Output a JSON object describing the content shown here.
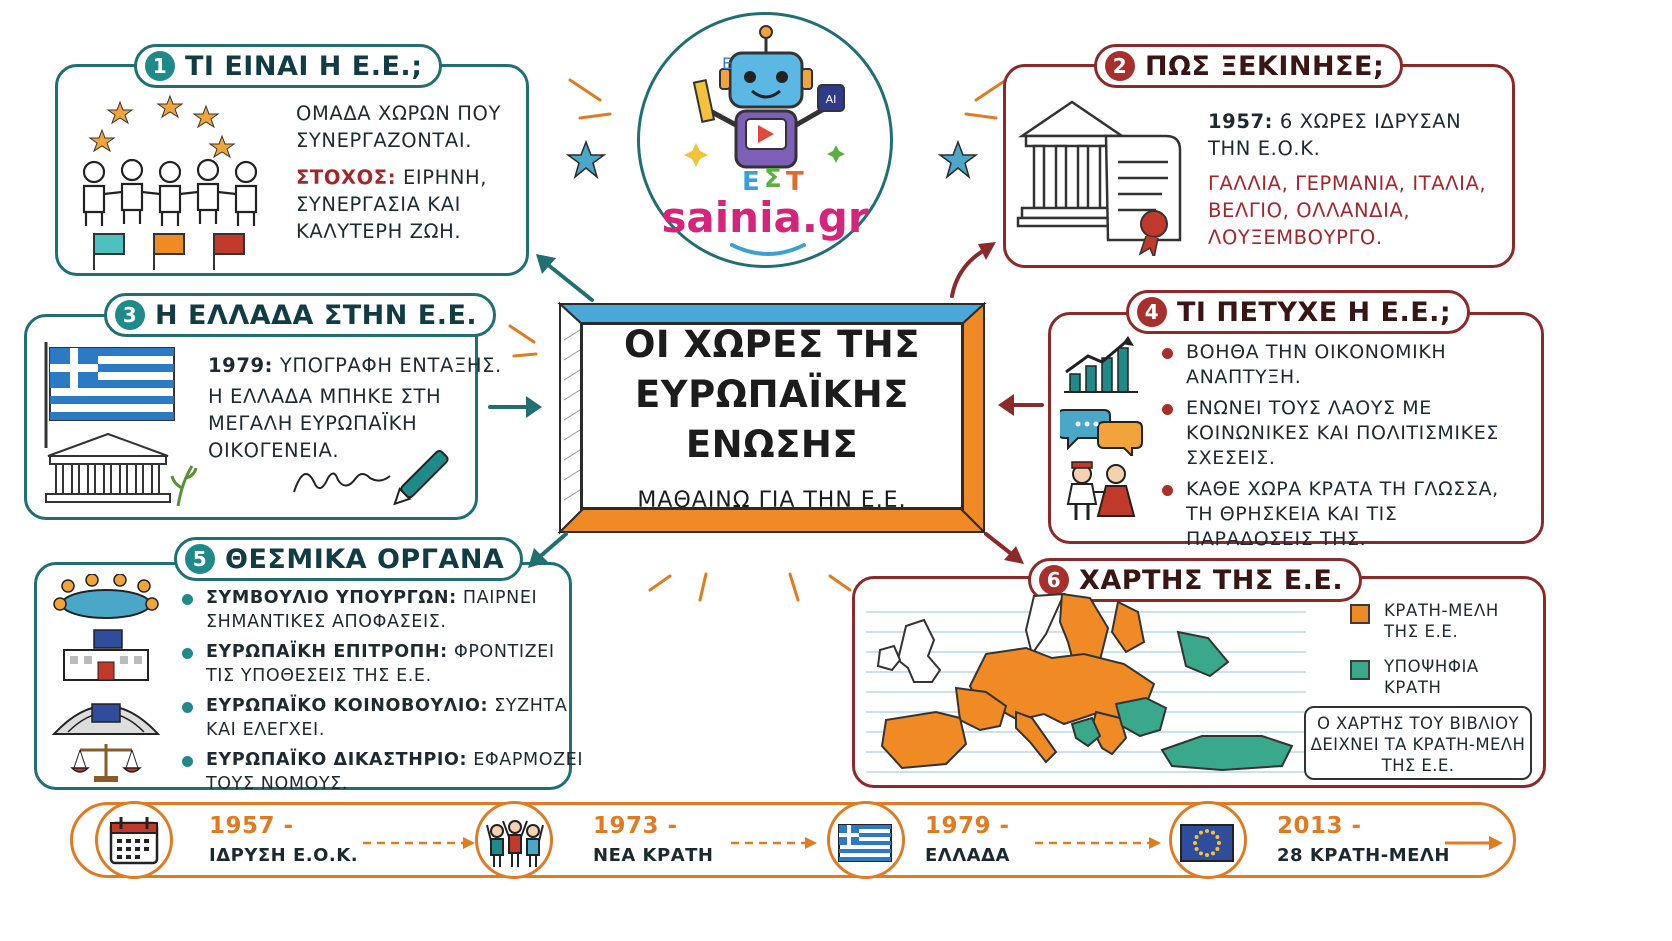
{
  "logo": {
    "text": "sainia.gr"
  },
  "center": {
    "title_line1": "ΟΙ ΧΩΡΕΣ ΤΗΣ",
    "title_line2": "ΕΥΡΩΠΑΪΚΗΣ ΕΝΩΣΗΣ",
    "subtitle": "ΜΑΘΑΙΝΩ ΓΙΑ ΤΗΝ Ε.Ε."
  },
  "sections": {
    "s1": {
      "number": "1",
      "title": "ΤΙ ΕΙΝΑΙ Η Ε.Ε.;",
      "line1": "ΟΜΑΔΑ ΧΩΡΩΝ ΠΟΥ",
      "line2": "ΣΥΝΕΡΓΑΖΟΝΤΑΙ.",
      "goal_label": "ΣΤΟΧΟΣ:",
      "goal_text1": "ΕΙΡΗΝΗ,",
      "goal_text2": "ΣΥΝΕΡΓΑΣΙΑ ΚΑΙ",
      "goal_text3": "ΚΑΛΥΤΕΡΗ ΖΩΗ."
    },
    "s2": {
      "number": "2",
      "title": "ΠΩΣ ΞΕΚΙΝΗΣΕ;",
      "year": "1957:",
      "line1": "6 ΧΩΡΕΣ ΙΔΡΥΣΑΝ",
      "line2": "ΤΗΝ Ε.Ο.Κ.",
      "countries1": "ΓΑΛΛΙΑ, ΓΕΡΜΑΝΙΑ, ΙΤΑΛΙΑ,",
      "countries2": "ΒΕΛΓΙΟ, ΟΛΛΑΝΔΙΑ,",
      "countries3": "ΛΟΥΞΕΜΒΟΥΡΓΟ."
    },
    "s3": {
      "number": "3",
      "title": "Η ΕΛΛΑΔΑ ΣΤΗΝ Ε.Ε.",
      "year": "1979:",
      "line1": "ΥΠΟΓΡΑΦΗ ΕΝΤΑΞΗΣ.",
      "line2": "Η ΕΛΛΑΔΑ ΜΠΗΚΕ ΣΤΗ",
      "line3": "ΜΕΓΑΛΗ ΕΥΡΩΠΑΪΚΗ",
      "line4": "ΟΙΚΟΓΕΝΕΙΑ."
    },
    "s4": {
      "number": "4",
      "title": "ΤΙ ΠΕΤΥΧΕ Η Ε.Ε.;",
      "b1_l1": "ΒΟΗΘΑ ΤΗΝ ΟΙΚΟΝΟΜΙΚΗ",
      "b1_l2": "ΑΝΑΠΤΥΞΗ.",
      "b2_l1": "ΕΝΩΝΕΙ ΤΟΥΣ ΛΑΟΥΣ ΜΕ",
      "b2_l2": "ΚΟΙΝΩΝΙΚΕΣ ΚΑΙ ΠΟΛΙΤΙΣΜΙΚΕΣ",
      "b2_l3": "ΣΧΕΣΕΙΣ.",
      "b3_l1": "ΚΑΘΕ ΧΩΡΑ ΚΡΑΤΑ ΤΗ ΓΛΩΣΣΑ,",
      "b3_l2": "ΤΗ ΘΡΗΣΚΕΙΑ ΚΑΙ ΤΙΣ",
      "b3_l3": "ΠΑΡΑΔΟΣΕΙΣ ΤΗΣ."
    },
    "s5": {
      "number": "5",
      "title": "ΘΕΣΜΙΚΑ ΟΡΓΑΝΑ",
      "i1_name": "ΣΥΜΒΟΥΛΙΟ ΥΠΟΥΡΓΩΝ:",
      "i1_t1": "ΠΑΙΡΝΕΙ",
      "i1_t2": "ΣΗΜΑΝΤΙΚΕΣ ΑΠΟΦΑΣΕΙΣ.",
      "i2_name": "ΕΥΡΩΠΑΪΚΗ ΕΠΙΤΡΟΠΗ:",
      "i2_t1": "ΦΡΟΝΤΙΖΕΙ",
      "i2_t2": "ΤΙΣ ΥΠΟΘΕΣΕΙΣ ΤΗΣ Ε.Ε.",
      "i3_name": "ΕΥΡΩΠΑΪΚΟ ΚΟΙΝΟΒΟΥΛΙΟ:",
      "i3_t1": "ΣΥΖΗΤΑ",
      "i3_t2": "ΚΑΙ ΕΛΕΓΧΕΙ.",
      "i4_name": "ΕΥΡΩΠΑΪΚΟ ΔΙΚΑΣΤΗΡΙΟ:",
      "i4_t1": "ΕΦΑΡΜΟΖΕΙ",
      "i4_t2": "ΤΟΥΣ ΝΟΜΟΥΣ."
    },
    "s6": {
      "number": "6",
      "title": "ΧΑΡΤΗΣ ΤΗΣ Ε.Ε.",
      "legend_members_l1": "ΚΡΑΤΗ-ΜΕΛΗ",
      "legend_members_l2": "ΤΗΣ Ε.Ε.",
      "legend_candidates_l1": "ΥΠΟΨΗΦΙΑ",
      "legend_candidates_l2": "ΚΡΑΤΗ",
      "note_l1": "Ο ΧΑΡΤΗΣ ΤΟΥ ΒΙΒΛΙΟΥ",
      "note_l2": "ΔΕΙΧΝΕΙ ΤΑ ΚΡΑΤΗ-ΜΕΛΗ",
      "note_l3": "ΤΗΣ Ε.Ε.",
      "member_color": "#f08a24",
      "candidate_color": "#3aa88a"
    }
  },
  "timeline": [
    {
      "year": "1957 -",
      "label": "ΙΔΡΥΣΗ Ε.Ο.Κ."
    },
    {
      "year": "1973 -",
      "label": "ΝΕΑ ΚΡΑΤΗ"
    },
    {
      "year": "1979 -",
      "label": "ΕΛΛΑΔΑ"
    },
    {
      "year": "2013 -",
      "label": "28 ΚΡΑΤΗ-ΜΕΛΗ"
    }
  ],
  "colors": {
    "teal": "#1f6f73",
    "red": "#8c2a2a",
    "orange": "#e07b22",
    "blue": "#3c9bd6"
  }
}
